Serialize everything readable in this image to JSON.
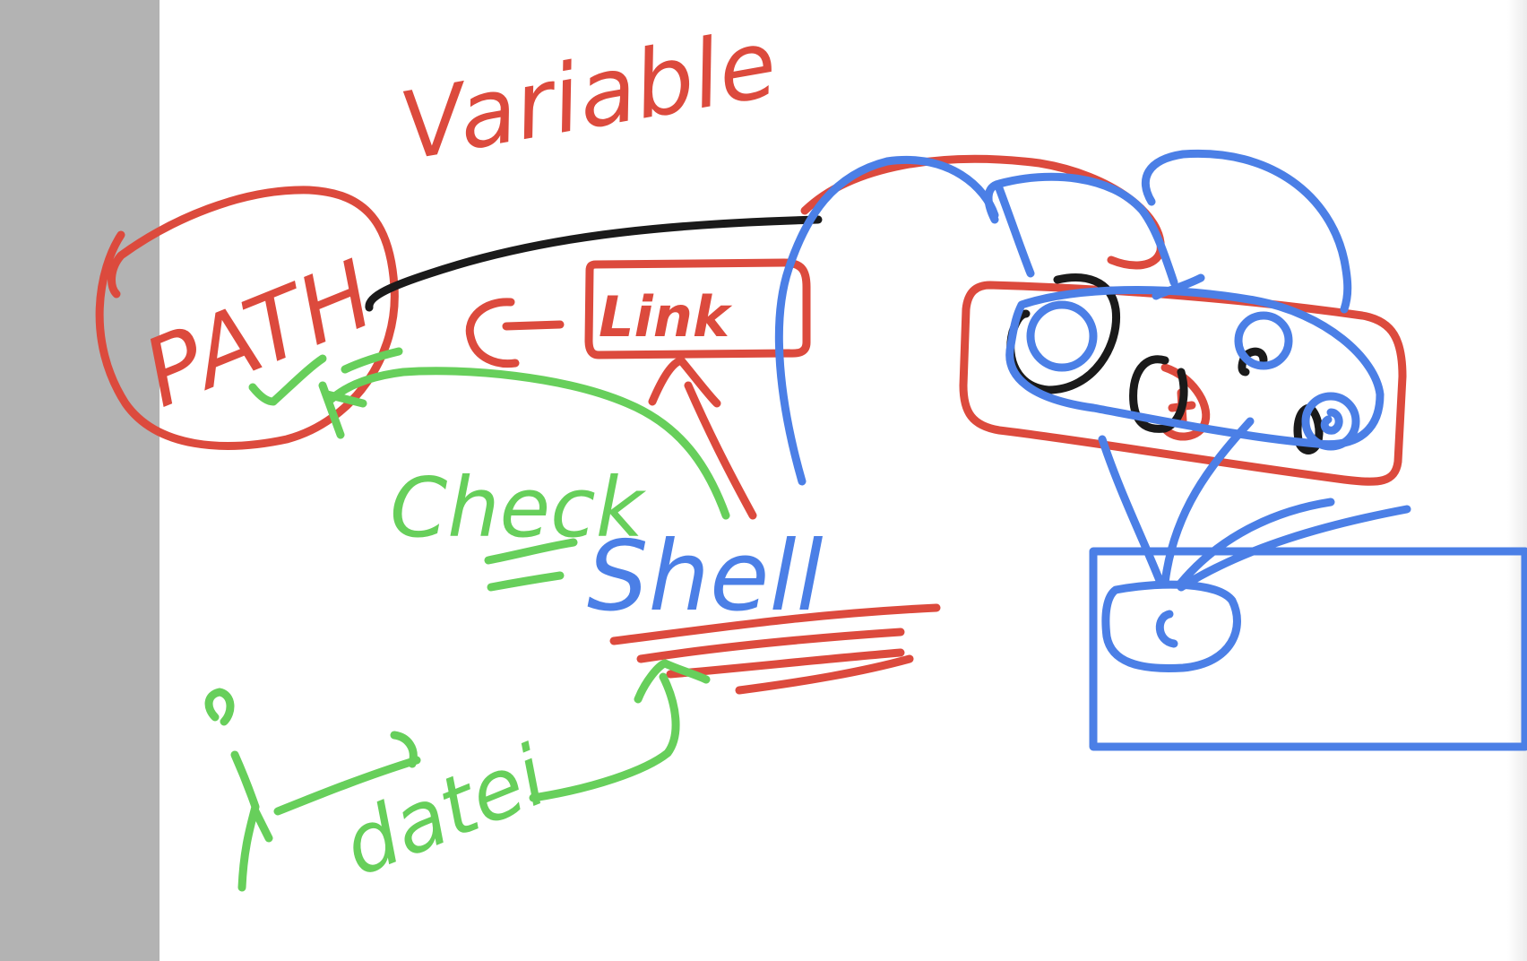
{
  "canvas": {
    "ink_colors": {
      "red": "#dc4a3d",
      "green": "#67cf5b",
      "blue": "#4b7fe6",
      "black": "#1a1a1a"
    },
    "background": "#ffffff",
    "gutter_color": "#b3b3b3"
  },
  "labels": {
    "variable": "Variable",
    "path": "PATH",
    "link": "Link",
    "check": "Check",
    "shell": "Shell",
    "datei": "datei"
  }
}
